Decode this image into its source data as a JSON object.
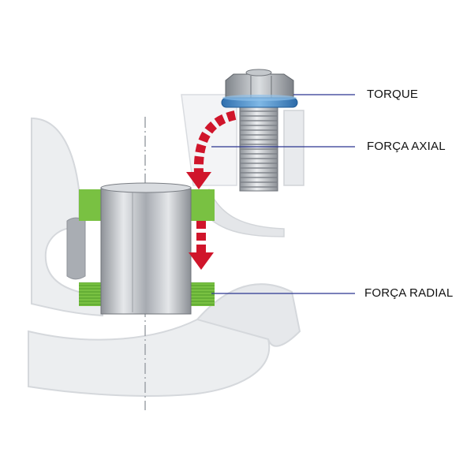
{
  "labels": {
    "torque": "TORQUE",
    "axial_force": "FORÇA AXIAL",
    "radial_force": "FORÇA RADIAL"
  },
  "colors": {
    "background": "#ffffff",
    "housing": "#e9eaec",
    "housing_outline": "#d3d6da",
    "sleeve_metal": "#c9ccd1",
    "bolt_metal": "#b9bec4",
    "nut_metal": "#a9aeb4",
    "washer": "#3b88c6",
    "gland_green": "#79c142",
    "force_arrow": "#d0152b",
    "leader_line": "#2a3590"
  },
  "icons": [
    "bolt-icon",
    "washer-icon",
    "force-arrow-icon"
  ]
}
